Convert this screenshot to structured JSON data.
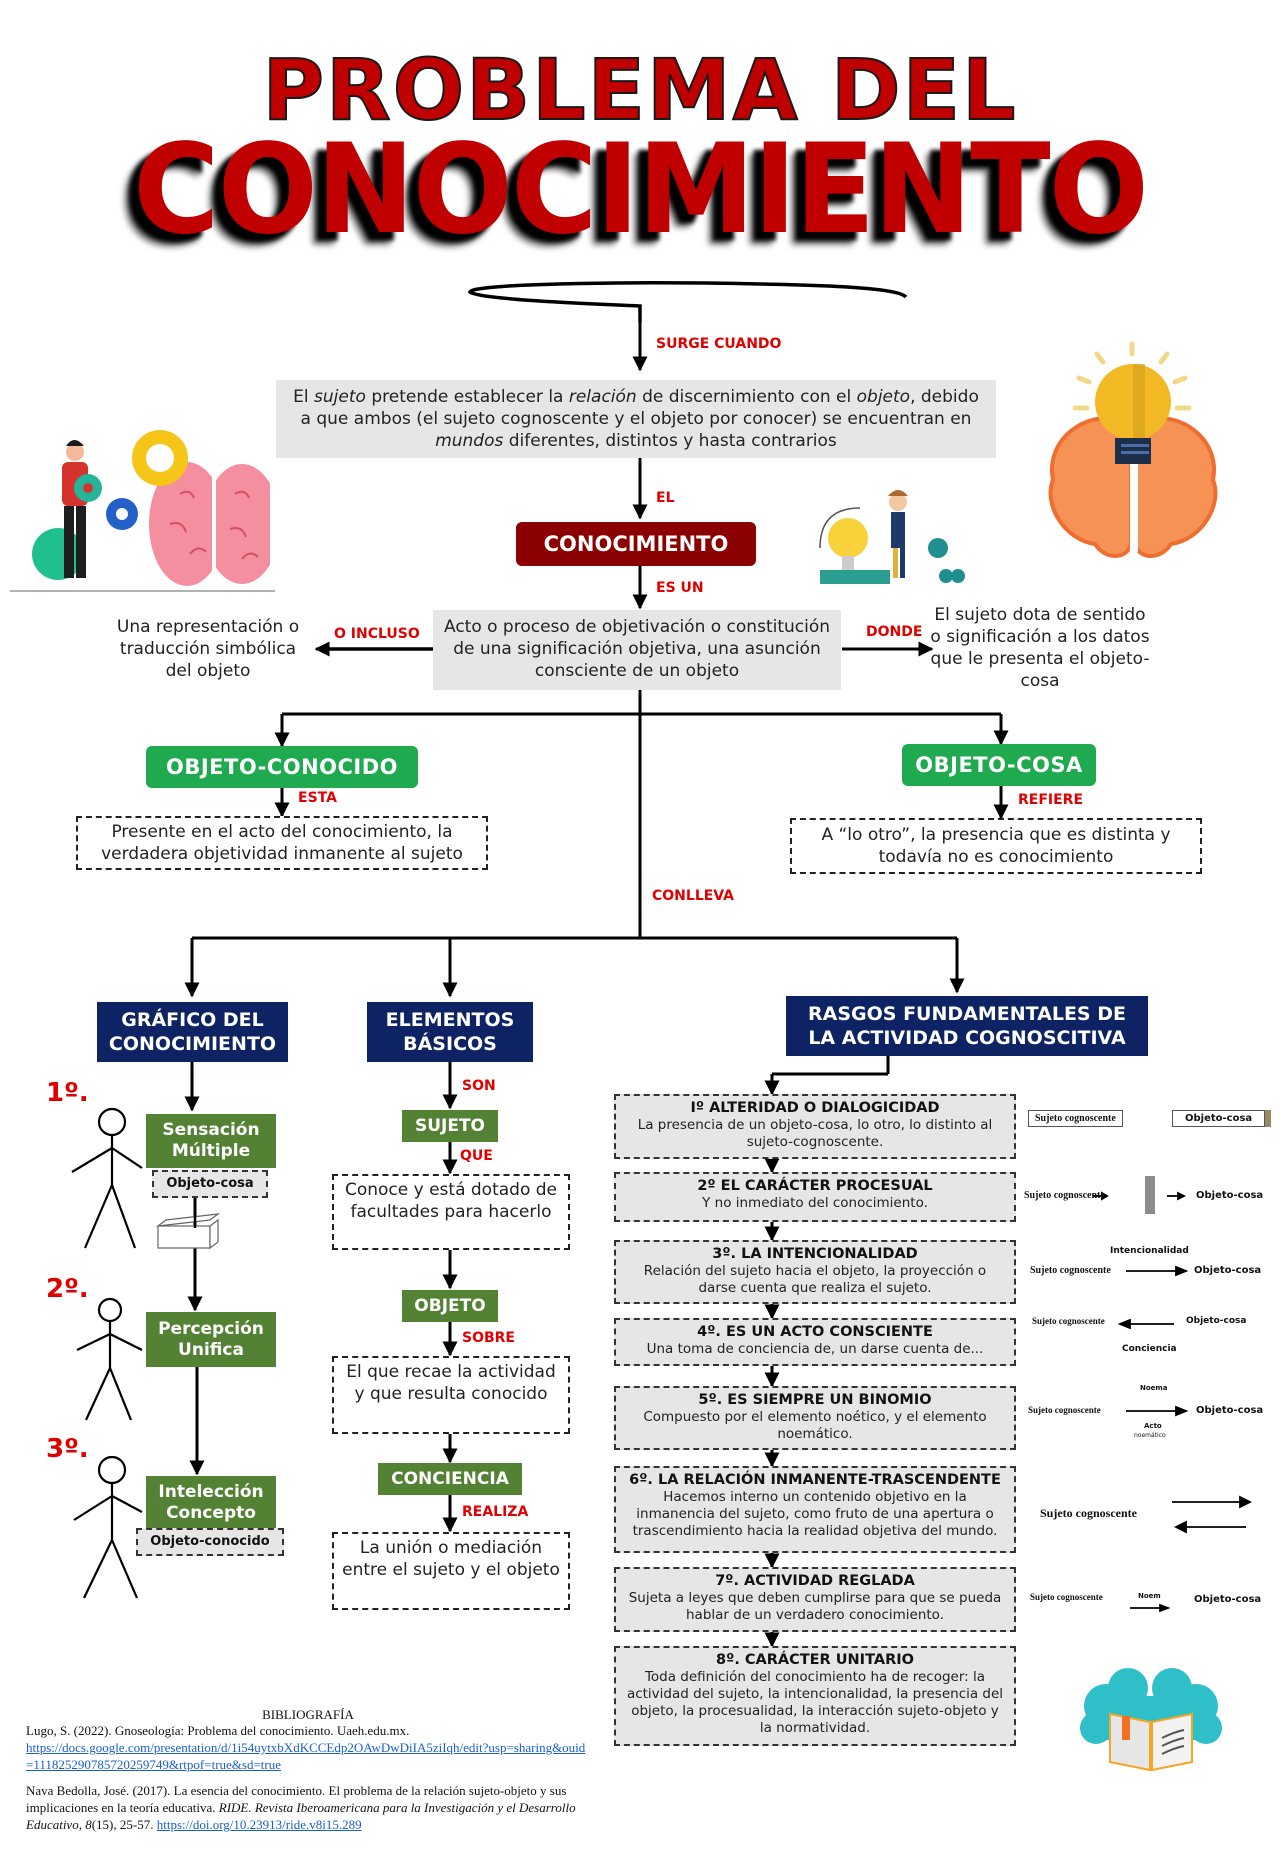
{
  "title": {
    "line1": "PROBLEMA DEL",
    "line2": "CONOCIMIENTO"
  },
  "top": {
    "connector_surge": "SURGE CUANDO",
    "intro_parts": [
      "El ",
      "sujeto",
      " pretende establecer la ",
      "relación",
      " de discernimiento con el ",
      "objeto",
      ", debido a que ambos (el sujeto cognoscente y el objeto por conocer) se encuentran en ",
      "mundos",
      " diferentes, distintos y hasta contrarios"
    ],
    "connector_el": "EL",
    "main_node": "CONOCIMIENTO",
    "connector_es_un": "ES UN",
    "definition": "Acto o proceso de objetivación o constitución de una significación objetiva, una asunción consciente de un objeto",
    "connector_o_incluso": "O INCLUSO",
    "left_text": "Una representación o traducción simbólica del objeto",
    "connector_donde": "DONDE",
    "right_text": "El sujeto dota de sentido o significación a los datos que le presenta el objeto-cosa"
  },
  "objects": {
    "left": {
      "label": "OBJETO-CONOCIDO",
      "connector": "ESTA",
      "text": "Presente en el acto del conocimiento, la verdadera objetividad inmanente al sujeto"
    },
    "right": {
      "label": "OBJETO-COSA",
      "connector": "REFIERE",
      "text": "A “lo otro”, la presencia que es distinta y todavía no es conocimiento"
    },
    "connector_conlleva": "CONLLEVA"
  },
  "grafico": {
    "header": "GRÁFICO DEL CONOCIMIENTO",
    "steps": [
      {
        "number": "1º.",
        "label": "Sensación Múltiple",
        "tag": "Objeto-cosa"
      },
      {
        "number": "2º.",
        "label": "Percepción Unifica",
        "tag": ""
      },
      {
        "number": "3º.",
        "label": "Intelección Concepto",
        "tag": "Objeto-conocido"
      }
    ]
  },
  "elementos": {
    "header": "ELEMENTOS BÁSICOS",
    "connector_son": "SON",
    "items": [
      {
        "label": "SUJETO",
        "connector": "QUE",
        "text": "Conoce y está dotado de facultades para hacerlo"
      },
      {
        "label": "OBJETO",
        "connector": "SOBRE",
        "text": "El que recae la actividad y que resulta conocido"
      },
      {
        "label": "CONCIENCIA",
        "connector": "REALIZA",
        "text": "La unión o mediación entre el sujeto y el objeto"
      }
    ]
  },
  "rasgos": {
    "header": "RASGOS FUNDAMENTALES DE LA ACTIVIDAD COGNOSCITIVA",
    "items": [
      {
        "title": "Iº ALTERIDAD O DIALOGICIDAD",
        "body": "La presencia de un objeto-cosa, lo otro, lo distinto al sujeto-cognoscente."
      },
      {
        "title": "2º EL CARÁCTER PROCESUAL",
        "body": "Y no inmediato del conocimiento."
      },
      {
        "title": "3º. LA INTENCIONALIDAD",
        "body": "Relación del sujeto hacia el objeto, la proyección o darse cuenta que realiza el sujeto."
      },
      {
        "title": "4º. ES UN ACTO CONSCIENTE",
        "body": "Una toma de conciencia de, un darse cuenta de..."
      },
      {
        "title": "5º. ES SIEMPRE UN BINOMIO",
        "body": "Compuesto por el elemento noético, y el elemento noemático."
      },
      {
        "title": "6º. LA RELACIÓN INMANENTE-TRASCENDENTE",
        "body": "Hacemos interno un contenido objetivo en la inmanencia del sujeto, como fruto de una apertura o trascendimiento hacia la realidad objetiva del mundo."
      },
      {
        "title": "7º. ACTIVIDAD REGLADA",
        "body": "Sujeta a leyes que deben cumplirse para que se pueda hablar de un verdadero conocimiento."
      },
      {
        "title": "8º. CARÁCTER UNITARIO",
        "body": "Toda definición del conocimiento ha de recoger: la actividad del sujeto, la intencionalidad, la presencia del objeto, la procesualidad, la interacción sujeto-objeto y la normatividad."
      }
    ],
    "diagrams": {
      "sujeto": "Sujeto cognoscente",
      "objeto": "Objeto-cosa",
      "intencionalidad": "Intencionalidad",
      "conciencia": "Conciencia",
      "noema": "Noema",
      "acto": "Acto",
      "noematico": "noemático",
      "noem": "Noem"
    }
  },
  "bibliography": {
    "heading": "BIBLIOGRAFÍA",
    "ref1_text": "Lugo, S. (2022). Gnoseología: Problema del conocimiento. Uaeh.edu.mx.",
    "ref1_link": "https://docs.google.com/presentation/d/1i54uytxbXdKCCEdp2OAwDwDiIA5ziIqh/edit?usp=sharing&ouid=111825290785720259749&rtpof=true&sd=true",
    "ref2_text_a": "Nava Bedolla, José. (2017). La esencia del conocimiento. El problema de la relación sujeto-objeto y sus implicaciones en la teoría educativa. ",
    "ref2_journal": "RIDE. Revista Iberoamericana para la Investigación y el Desarrollo Educativo",
    "ref2_sep": ", ",
    "ref2_volume": "8",
    "ref2_pages": "(15), 25-57. ",
    "ref2_link": "https://doi.org/10.23913/ride.v8i15.289"
  },
  "colors": {
    "title_red": "#c00000",
    "connector_red": "#e00000",
    "dark_red": "#8b0000",
    "green": "#1faa4f",
    "olive": "#548235",
    "navy": "#0d2364",
    "gray_box": "#e6e6e6"
  }
}
